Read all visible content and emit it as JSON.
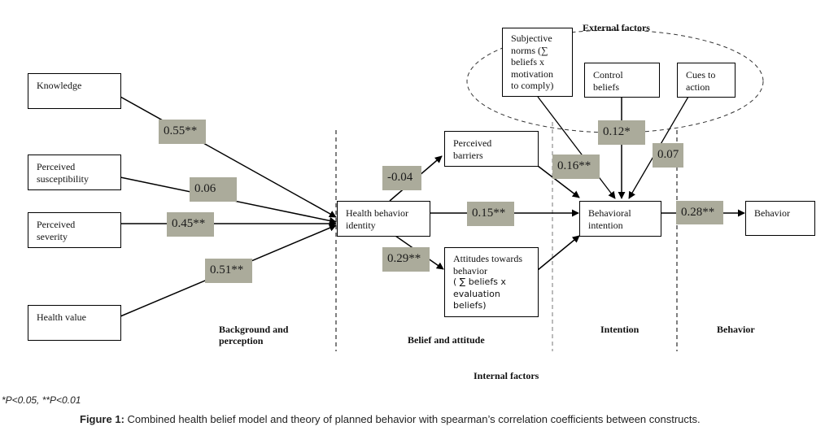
{
  "nodes": {
    "knowledge": "Knowledge",
    "perceived_susceptibility": [
      "Perceived",
      "susceptibility"
    ],
    "perceived_severity": [
      "Perceived",
      "severity"
    ],
    "health_value": "Health value",
    "health_behavior_identity": [
      "Health behavior",
      "identity"
    ],
    "perceived_barriers": [
      "Perceived",
      "barriers"
    ],
    "attitudes_towards_behavior": [
      "Attitudes towards",
      "behavior",
      "( ∑ beliefs x",
      "evaluation",
      "beliefs)"
    ],
    "subjective_norms": [
      "Subjective",
      "norms (∑",
      "beliefs x",
      "motivation",
      "to comply)"
    ],
    "control_beliefs": [
      "Control",
      "beliefs"
    ],
    "cues_to_action": [
      "Cues to",
      "action"
    ],
    "behavioral_intention": [
      "Behavioral",
      "intention"
    ],
    "behavior": "Behavior"
  },
  "coefficients": {
    "knowledge_to_identity": "0.55**",
    "susceptibility_to_identity": "0.06",
    "severity_to_identity": "0.45**",
    "health_value_to_identity": "0.51**",
    "identity_to_barriers": "-0.04",
    "identity_to_intention": "0.15**",
    "identity_to_attitudes": "0.29**",
    "subjective_norms_to_intention": "0.16**",
    "control_beliefs_to_intention": "0.12*",
    "cues_to_intention": "0.07",
    "intention_to_behavior": "0.28**"
  },
  "sections": {
    "background": [
      "Background and",
      "perception"
    ],
    "belief": "Belief and attitude",
    "intention": "Intention",
    "behavior": "Behavior",
    "external": "External factors",
    "internal": "Internal factors"
  },
  "footnote": "*P<0.05, **P<0.01",
  "caption": {
    "label": "Figure 1:",
    "text": " Combined health belief model and theory of planned behavior with spearman’s correlation coefficients between constructs."
  },
  "colors": {
    "coefficient_box": "#abab9b",
    "line": "#000000"
  }
}
